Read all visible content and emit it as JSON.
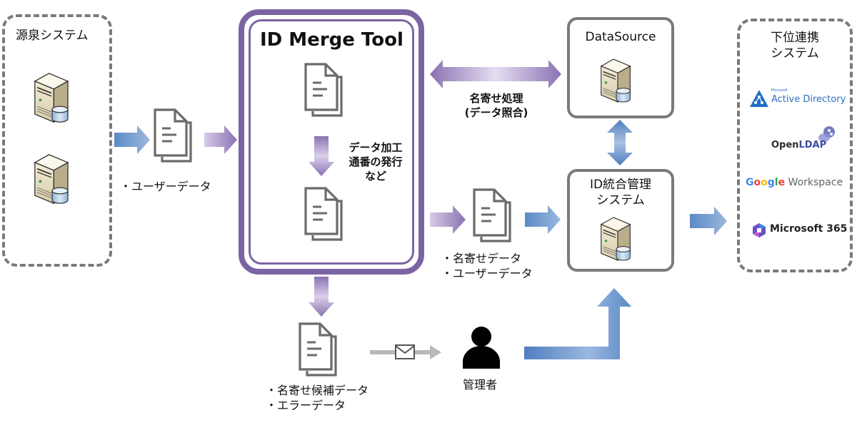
{
  "source_systems": {
    "title": "源泉システム",
    "servers": [
      "server-icon",
      "server-icon"
    ]
  },
  "flow_user_data": {
    "label": "・ユーザーデータ",
    "icon": "document-icon"
  },
  "merge_tool": {
    "title": "ID Merge Tool",
    "process_label_lines": [
      "データ加工",
      "通番の発行",
      "など"
    ]
  },
  "matching": {
    "label_lines": [
      "名寄せ処理",
      "(データ照合)"
    ]
  },
  "datasource": {
    "title": "DataSource"
  },
  "merged_output": {
    "label_lines": [
      "・名寄せデータ",
      "・ユーザーデータ"
    ]
  },
  "id_management": {
    "title_lines": [
      "ID統合管理",
      "システム"
    ]
  },
  "candidates_output": {
    "label_lines": [
      "・名寄せ候補データ",
      "・エラーデータ"
    ]
  },
  "notification": {
    "icon": "mail-icon"
  },
  "admin": {
    "label": "管理者",
    "icon": "person-icon"
  },
  "downstream": {
    "title_lines": [
      "下位連携",
      "システム"
    ],
    "systems": [
      {
        "name": "Active Directory",
        "vendor": "Microsoft",
        "icon": "active-directory-logo"
      },
      {
        "name": "OpenLDAP",
        "icon": "openldap-logo"
      },
      {
        "brand": "Google",
        "name": "Workspace",
        "icon": "google-workspace-logo"
      },
      {
        "name": "Microsoft 365",
        "icon": "microsoft-365-logo"
      }
    ]
  },
  "colors": {
    "purple": "#7b64a3",
    "blue_arrow": "#5b8ac6",
    "gray_border": "#7a7a7a",
    "doc_gray": "#6b6b6b"
  }
}
